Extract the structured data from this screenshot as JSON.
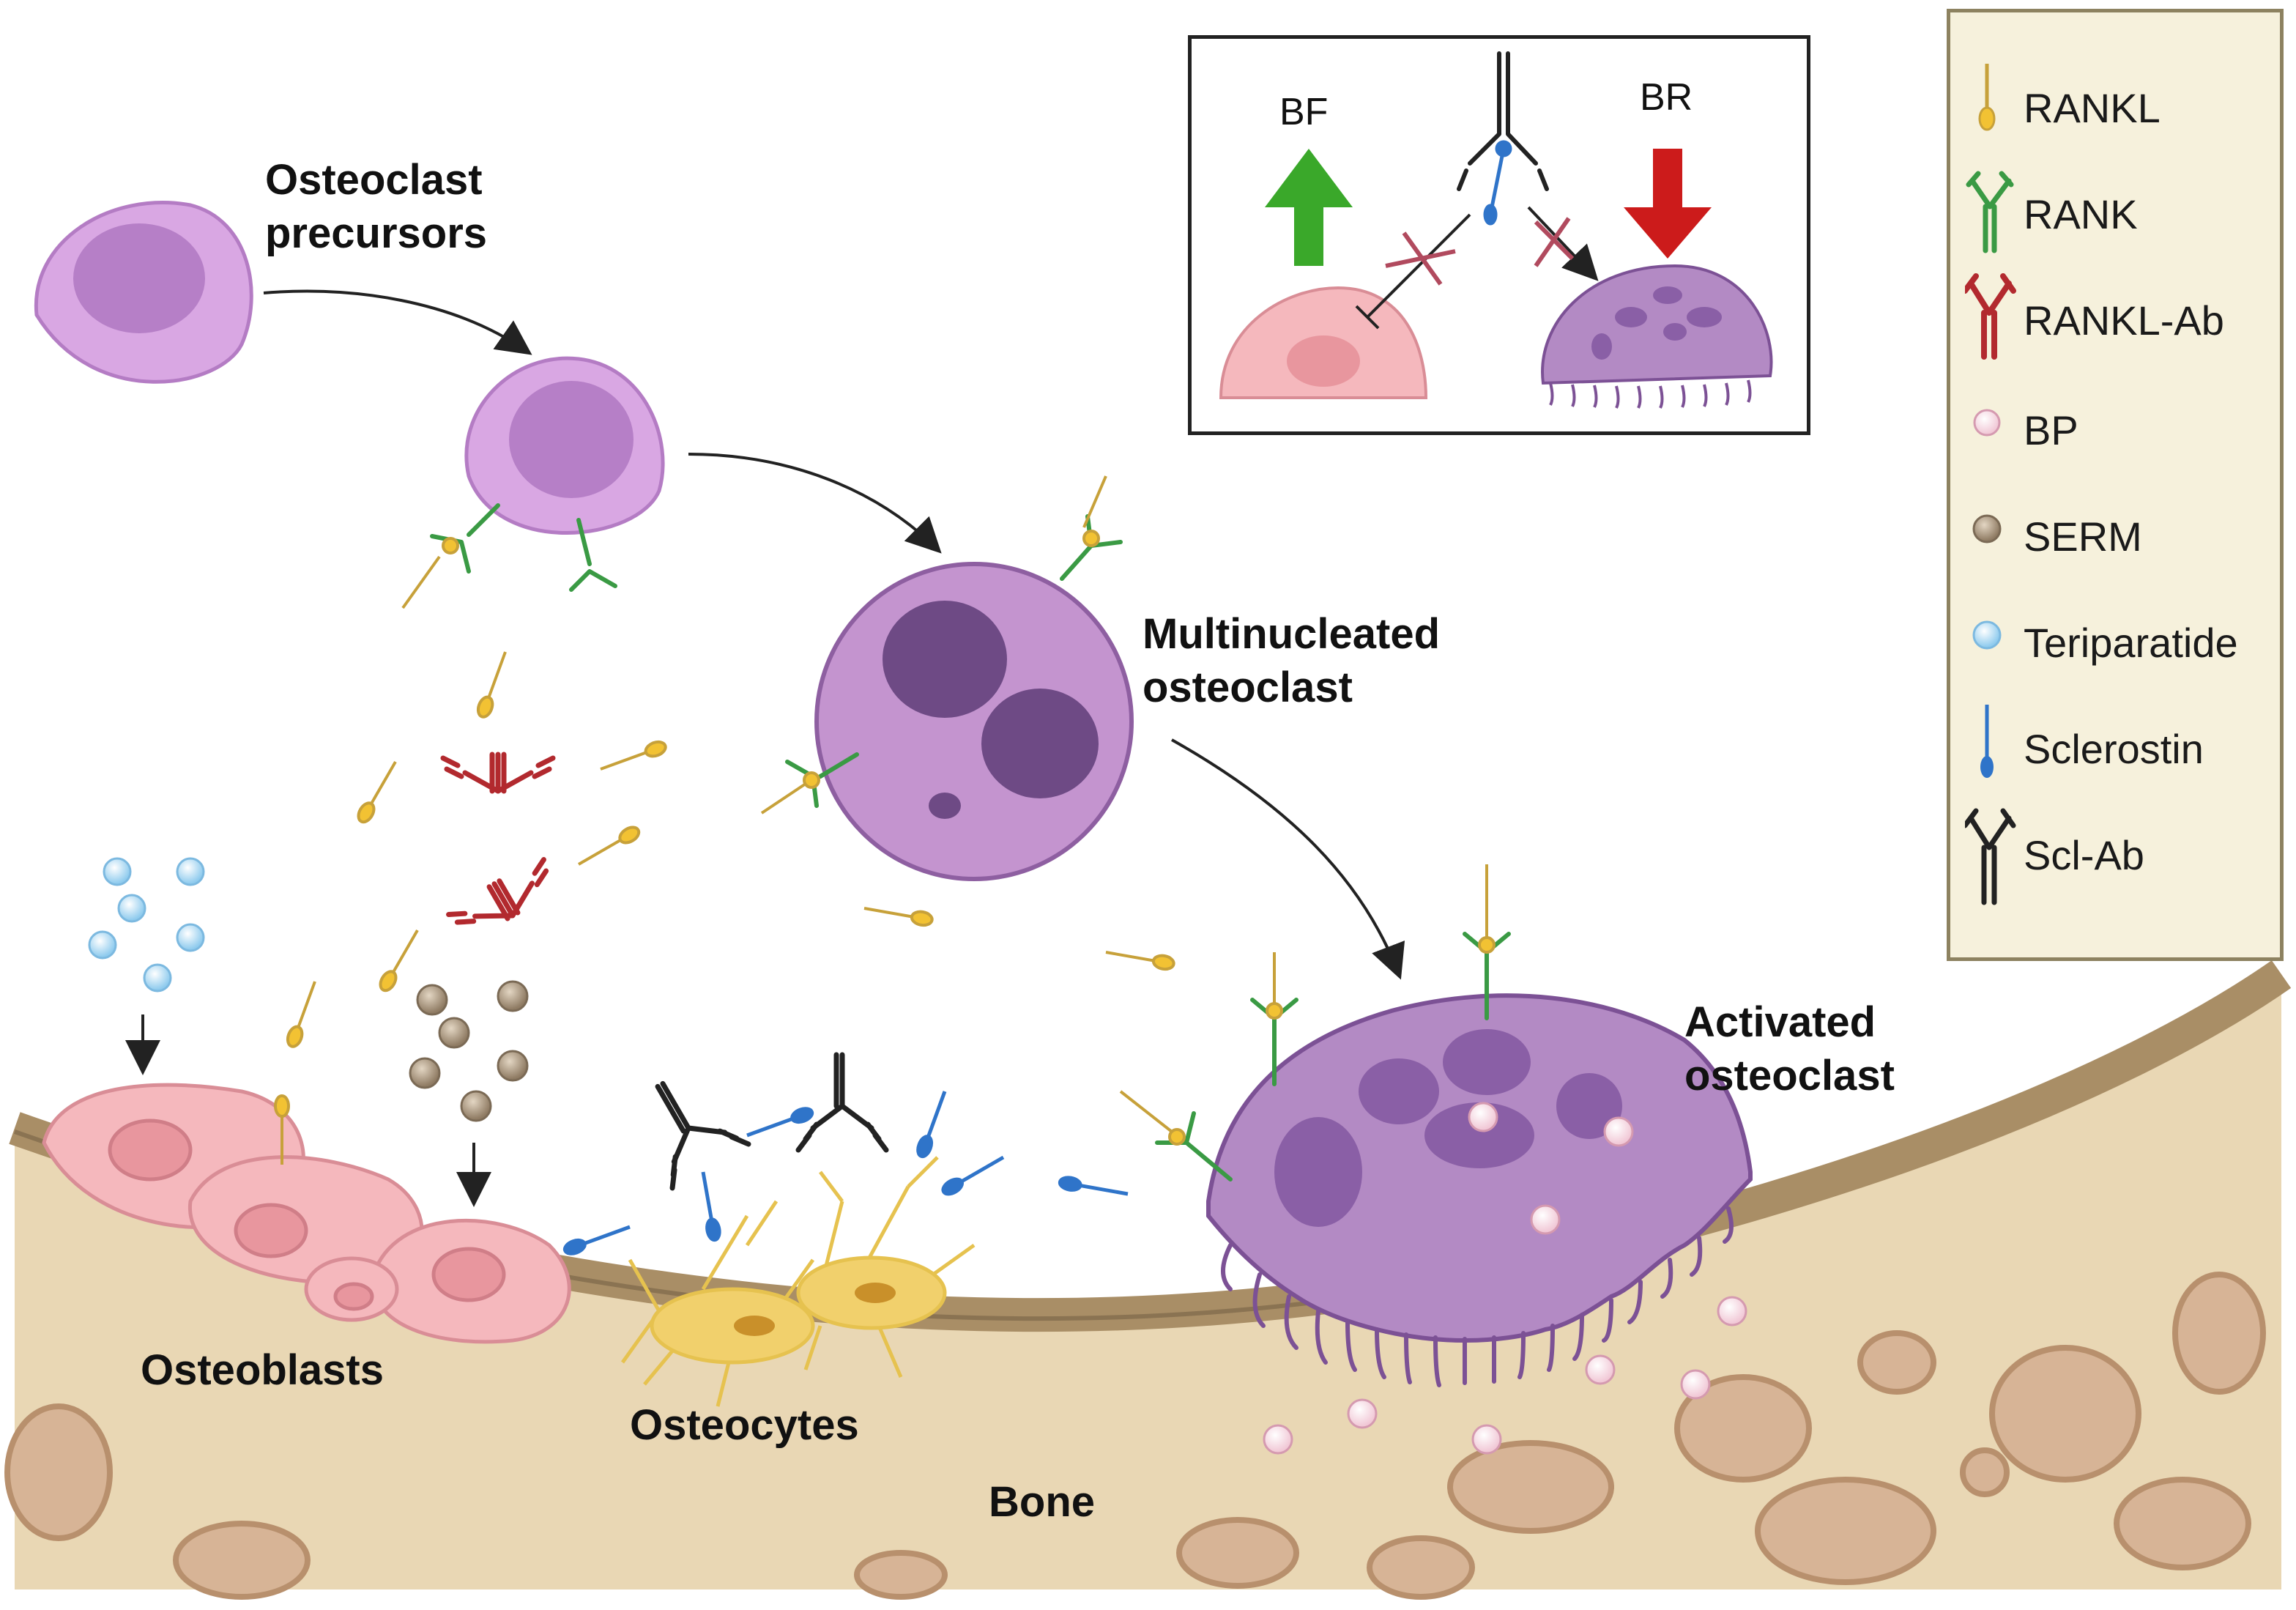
{
  "labels": {
    "precursors": "Osteoclast\nprecursors",
    "multinucleated": "Multinucleated\nosteoclast",
    "activated": "Activated\nosteoclast",
    "osteoblasts": "Osteoblasts",
    "osteocytes": "Osteocytes",
    "bone": "Bone"
  },
  "inset": {
    "left_label": "BF",
    "right_label": "BR"
  },
  "legend": [
    {
      "icon": "rankl-icon",
      "label": "RANKL",
      "color": "#f2c233"
    },
    {
      "icon": "rank-icon",
      "label": "RANK",
      "color": "#3a9a44"
    },
    {
      "icon": "rankl-ab-icon",
      "label": "RANKL-Ab",
      "color": "#b2292e"
    },
    {
      "icon": "bp-icon",
      "label": "BP",
      "color": "#f7dbe5"
    },
    {
      "icon": "serm-icon",
      "label": "SERM",
      "color": "#b8a488"
    },
    {
      "icon": "teriparatide-icon",
      "label": "Teriparatide",
      "color": "#bfe4f7"
    },
    {
      "icon": "sclerostin-icon",
      "label": "Sclerostin",
      "color": "#2f74c9"
    },
    {
      "icon": "scl-ab-icon",
      "label": "Scl-Ab",
      "color": "#222222"
    }
  ],
  "colors": {
    "precursor": "#d9a7e3",
    "osteoclast": "#b98cc7",
    "nucleus": "#6e4a85",
    "osteoblast": "#f5b8bd",
    "bone": "#e8d5b2",
    "bone_edge": "#a98e66",
    "up_arrow": "#3aa82a",
    "down_arrow": "#cc1b1b"
  }
}
